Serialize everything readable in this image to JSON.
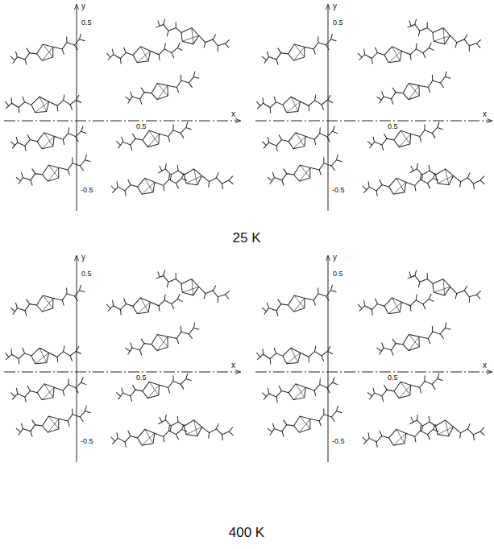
{
  "diagram": {
    "labels": [
      "y",
      "0.5",
      "x",
      "0.5",
      "-0.5",
      "y",
      "0.5",
      "x",
      "0.5",
      "-0.5",
      "25 K",
      "y",
      "0.5",
      "x",
      "0.5",
      "-0.5",
      "y",
      "0.5",
      "x",
      "0.5",
      "-0.5",
      "400 K"
    ]
  }
}
